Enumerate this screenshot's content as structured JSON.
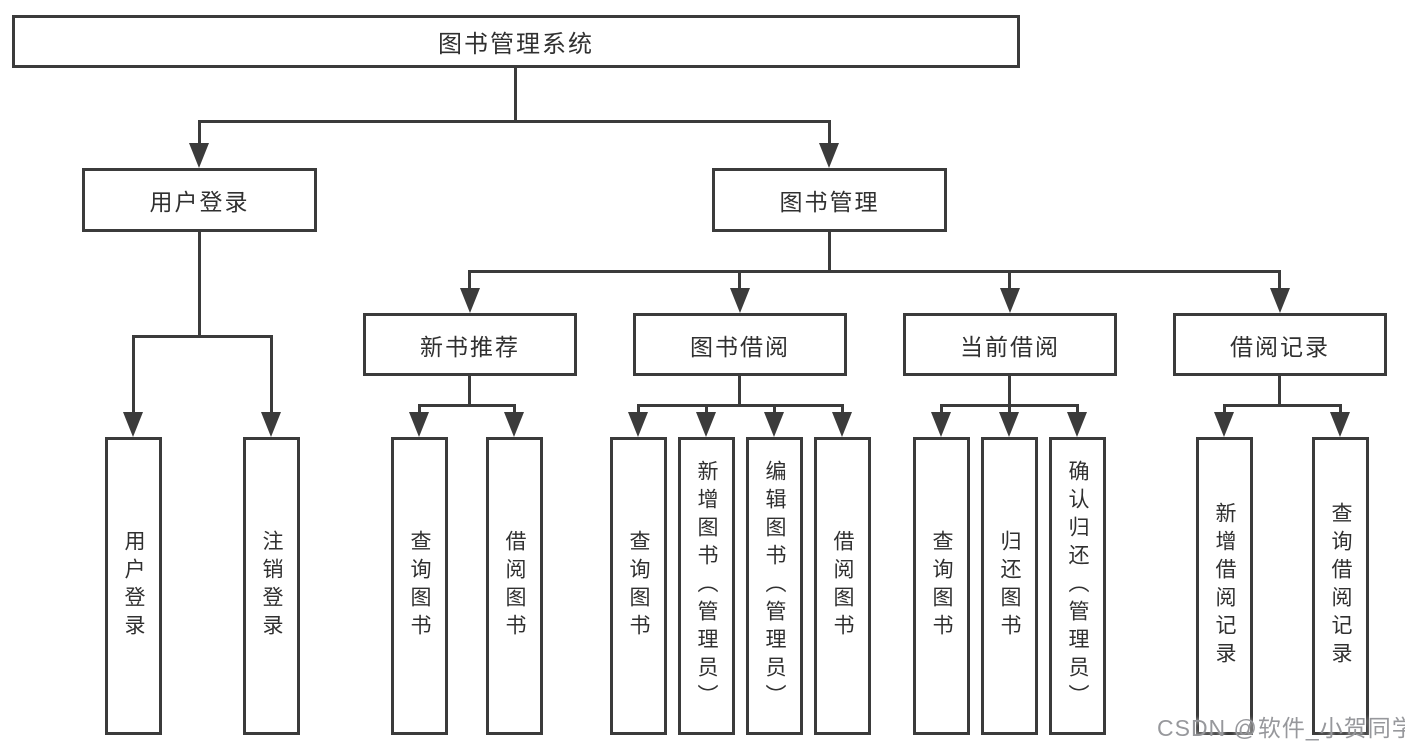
{
  "diagram": {
    "title": "图书管理系统",
    "level1": [
      "用户登录",
      "图书管理"
    ],
    "level2": [
      "新书推荐",
      "图书借阅",
      "当前借阅",
      "借阅记录"
    ],
    "leaves": {
      "user_login": [
        "用户登录",
        "注销登录"
      ],
      "new_book_recommend": [
        "查询图书",
        "借阅图书"
      ],
      "book_borrow": [
        "查询图书",
        "新增图书（管理员）",
        "编辑图书（管理员）",
        "借阅图书"
      ],
      "current_borrow": [
        "查询图书",
        "归还图书",
        "确认归还（管理员）"
      ],
      "borrow_records": [
        "新增借阅记录",
        "查询借阅记录"
      ]
    },
    "watermark": "CSDN @软件_小贺同学",
    "colors": {
      "line": "#3b3b3b",
      "text": "#303030",
      "watermark": "#97989c",
      "background": "#ffffff"
    }
  }
}
